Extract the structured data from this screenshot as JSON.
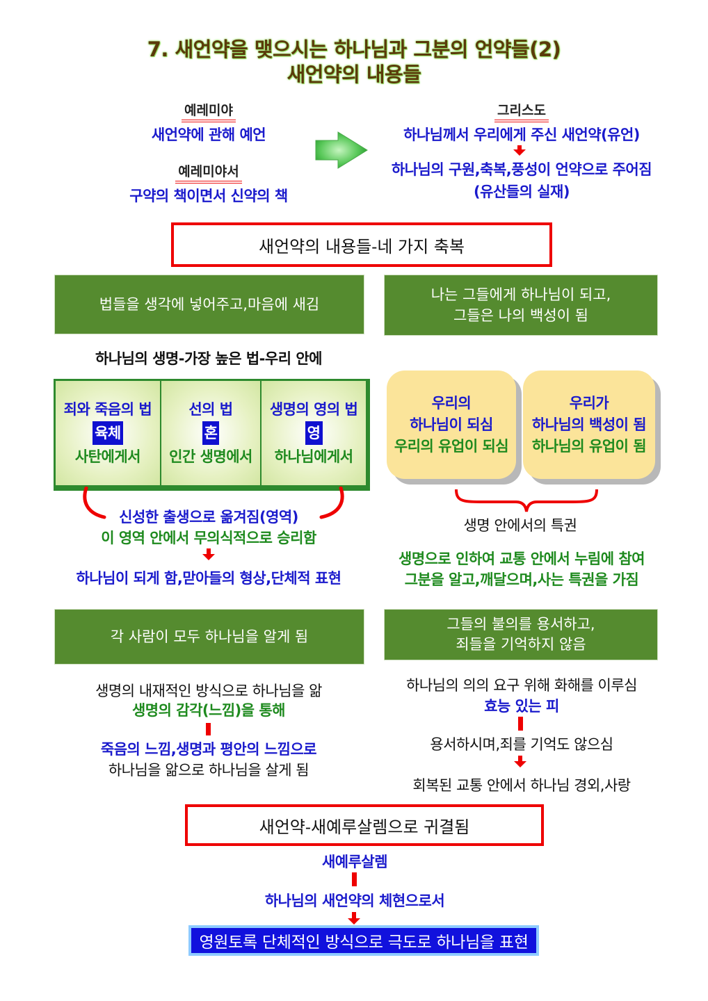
{
  "title": {
    "line1": "7. 새언약을 맺으시는 하나님과 그분의 언약들(2)",
    "line2": "새언약의 내용들"
  },
  "intro": {
    "left": {
      "heading1": "예레미야",
      "text1": "새언약에 관해 예언",
      "heading2": "예레미야서",
      "text2": "구약의 책이면서 신약의 책"
    },
    "arrow_icon": "green-right-arrow",
    "right": {
      "heading": "그리스도",
      "text1": "하나님께서 우리에게 주신 새언약(유언)",
      "text2": "하나님의 구원,축복,풍성이 언약으로 주어짐",
      "text3": "(유산들의 실재)"
    }
  },
  "section_header": "새언약의 내용들-네 가지 축복",
  "blessing1": {
    "header": "법들을 생각에 넣어주고,마음에 새김",
    "subtitle": "하나님의 생명-가장 높은 법-우리 안에",
    "cells": [
      {
        "law": "죄와 죽음의 법",
        "part": "육체",
        "source": "사탄에게서"
      },
      {
        "law": "선의 법",
        "part": "혼",
        "source": "인간 생명에서"
      },
      {
        "law": "생명의 영의 법",
        "part": "영",
        "source": "하나님에게서"
      }
    ],
    "note_blue": "신성한 출생으로 옮겨짐(영역)",
    "note_green": "이 영역 안에서 무의식적으로 승리함",
    "result": "하나님이 되게 함,맏아들의 형상,단체적 표현"
  },
  "blessing2": {
    "header_line1": "나는 그들에게 하나님이 되고,",
    "header_line2": "그들은 나의 백성이 됨",
    "cards": [
      {
        "line1": "우리의",
        "line2": "하나님이 되심",
        "line3": "우리의 유업이 되심"
      },
      {
        "line1": "우리가",
        "line2": "하나님의 백성이 됨",
        "line3": "하나님의 유업이 됨"
      }
    ],
    "brace_label": "생명 안에서의 특권",
    "note1": "생명으로 인하여 교통 안에서 누림에 참여",
    "note2": "그분을 알고,깨달으며,사는 특권을 가짐"
  },
  "blessing3": {
    "header": "각 사람이 모두 하나님을 알게 됨",
    "line1": "생명의 내재적인 방식으로 하나님을 앎",
    "line2": "생명의 감각(느낌)을 통해",
    "line3": "죽음의 느낌,생명과 평안의 느낌으로",
    "line4": "하나님을 앎으로 하나님을 살게 됨"
  },
  "blessing4": {
    "header_line1": "그들의 불의를 용서하고,",
    "header_line2": "죄들을 기억하지 않음",
    "line1": "하나님의 의의 요구 위해 화해를 이루심",
    "line2": "효능 있는 피",
    "line3": "용서하시며,죄를 기억도 않으심",
    "line4": "회복된 교통 안에서 하나님 경외,사랑"
  },
  "conclusion": {
    "header": "새언약-새예루살렘으로 귀결됨",
    "line1": "새예루살렘",
    "line2": "하나님의 새언약의 체현으로서",
    "final": "영원토록 단체적인 방식으로 극도로 하나님을 표현"
  },
  "colors": {
    "title": "#5a3a0a",
    "green_box": "#558b2f",
    "red_border": "#ee0000",
    "blue_text": "#1a1acc",
    "green_text": "#1e8a1e",
    "yellow_card": "#fbe49a",
    "final_bar": "#1111dd"
  }
}
